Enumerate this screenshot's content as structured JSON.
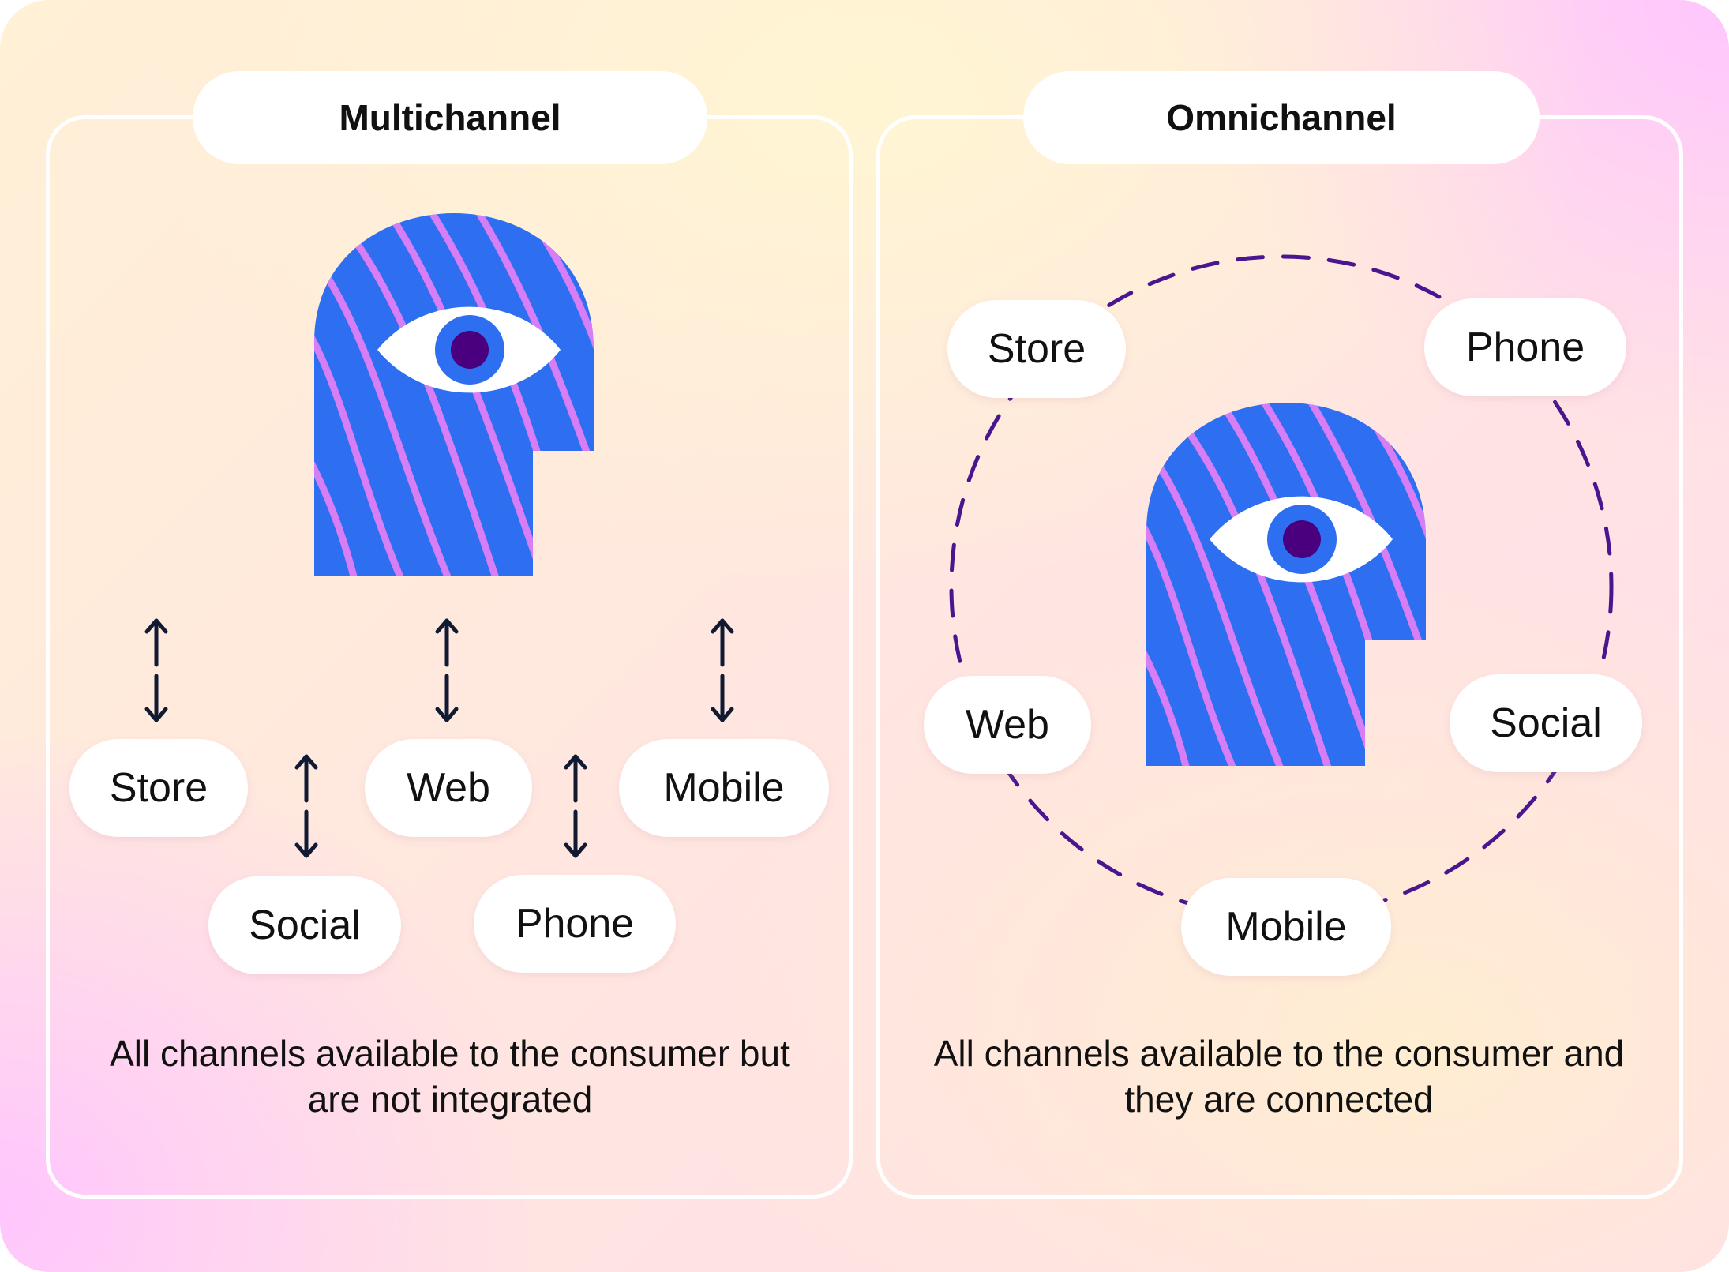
{
  "multichannel": {
    "title": "Multichannel",
    "channels": {
      "store": "Store",
      "web": "Web",
      "mobile": "Mobile",
      "social": "Social",
      "phone": "Phone"
    },
    "caption": "All channels available to the consumer but are not integrated"
  },
  "omnichannel": {
    "title": "Omnichannel",
    "channels": {
      "store": "Store",
      "phone": "Phone",
      "web": "Web",
      "social": "Social",
      "mobile": "Mobile"
    },
    "caption": "All channels available to the consumer and they are connected"
  },
  "colors": {
    "head_blue": "#2d6ff0",
    "stripe_violet": "#d77df5",
    "iris_blue": "#2d6ff0",
    "pupil_purple": "#4a007e",
    "dashed_circle": "#4a1690",
    "arrow": "#111a33"
  },
  "icons": {
    "head": "head-with-eye-icon",
    "arrow": "double-arrow-icon"
  }
}
